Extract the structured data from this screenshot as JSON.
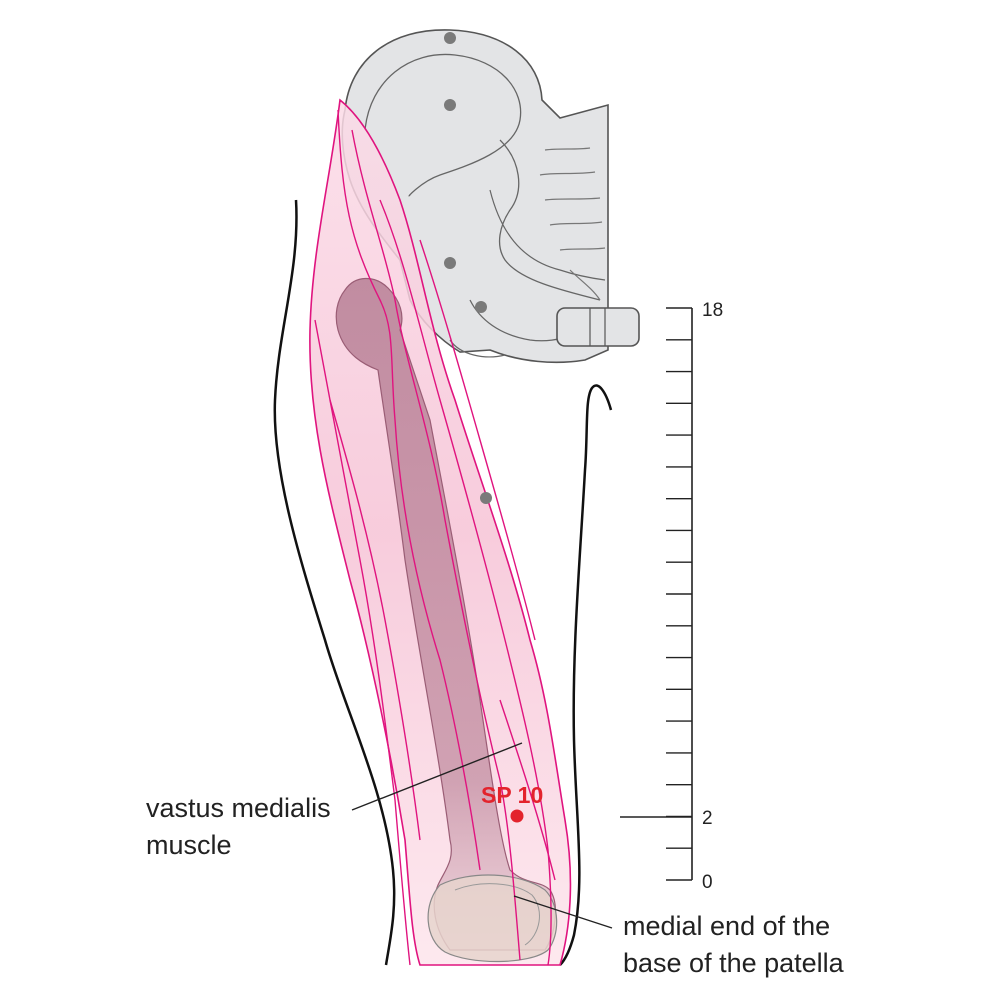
{
  "labels": {
    "vastus_line1": "vastus medialis",
    "vastus_line2": "muscle",
    "patella_line1": "medial end of the",
    "patella_line2": "base of the patella"
  },
  "acupoint": {
    "name": "SP 10",
    "color": "#e3232c"
  },
  "scale": {
    "top_label": "18",
    "mid_label": "2",
    "bottom_label": "0",
    "min": 0,
    "max": 18,
    "divisions": 18
  },
  "colors": {
    "muscle_fill": "#f4b6cf",
    "muscle_line": "#e0147f",
    "bone_fill": "#e3e4e6",
    "bone_line": "#555555",
    "femur_fill": "#c8879f",
    "marker": "#7a7a7a"
  }
}
